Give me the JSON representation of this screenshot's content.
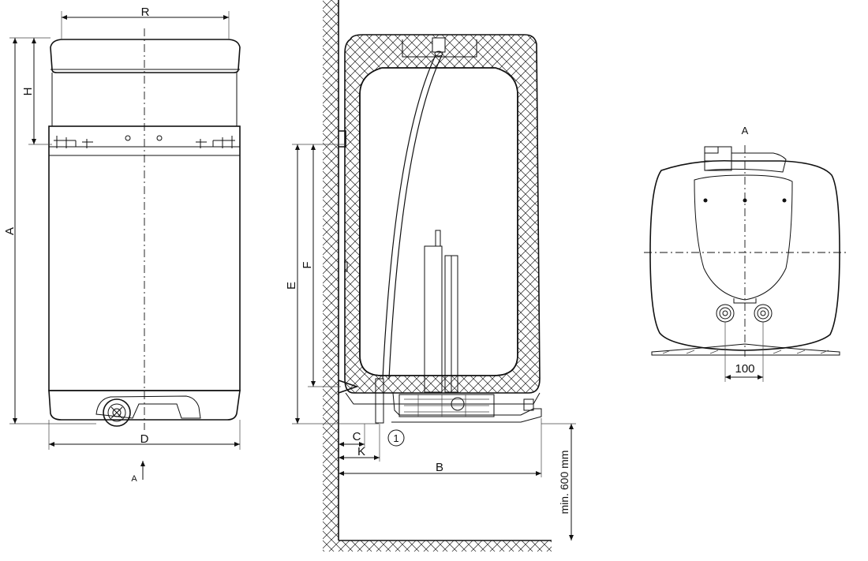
{
  "labels": {
    "front": {
      "R": "R",
      "H": "H",
      "A": "A",
      "D": "D",
      "view_arrow": "A"
    },
    "section": {
      "E": "E",
      "F": "F",
      "C": "C",
      "K": "K",
      "B": "B",
      "callout": "1",
      "clearance": "min. 600 mm"
    },
    "bottom_view": {
      "title": "A",
      "spacing": "100"
    }
  }
}
